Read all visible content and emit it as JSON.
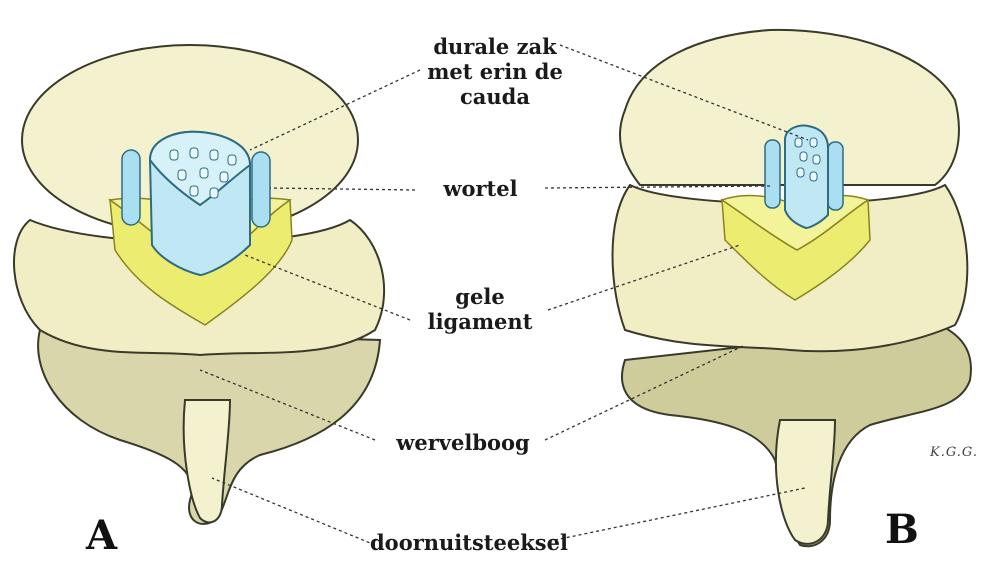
{
  "labels": {
    "dural_sac": [
      "durale zak",
      "met erin de",
      "cauda"
    ],
    "root": "wortel",
    "yellow_ligament": [
      "gele",
      "ligament"
    ],
    "vertebral_arch": "wervelboog",
    "spinous_process": "doornuitsteeksel"
  },
  "panels": {
    "left": "A",
    "right": "B"
  },
  "signature": "K.G.G.",
  "colors": {
    "bone": "#f4f1cf",
    "bone_shadow": "#c9c69a",
    "bone_outline": "#3a3a2a",
    "ligament": "#ecec70",
    "ligament_dark": "#c9c23a",
    "nerve": "#a9dff0",
    "nerve_dark": "#5fa9c4",
    "leader": "#333333"
  }
}
